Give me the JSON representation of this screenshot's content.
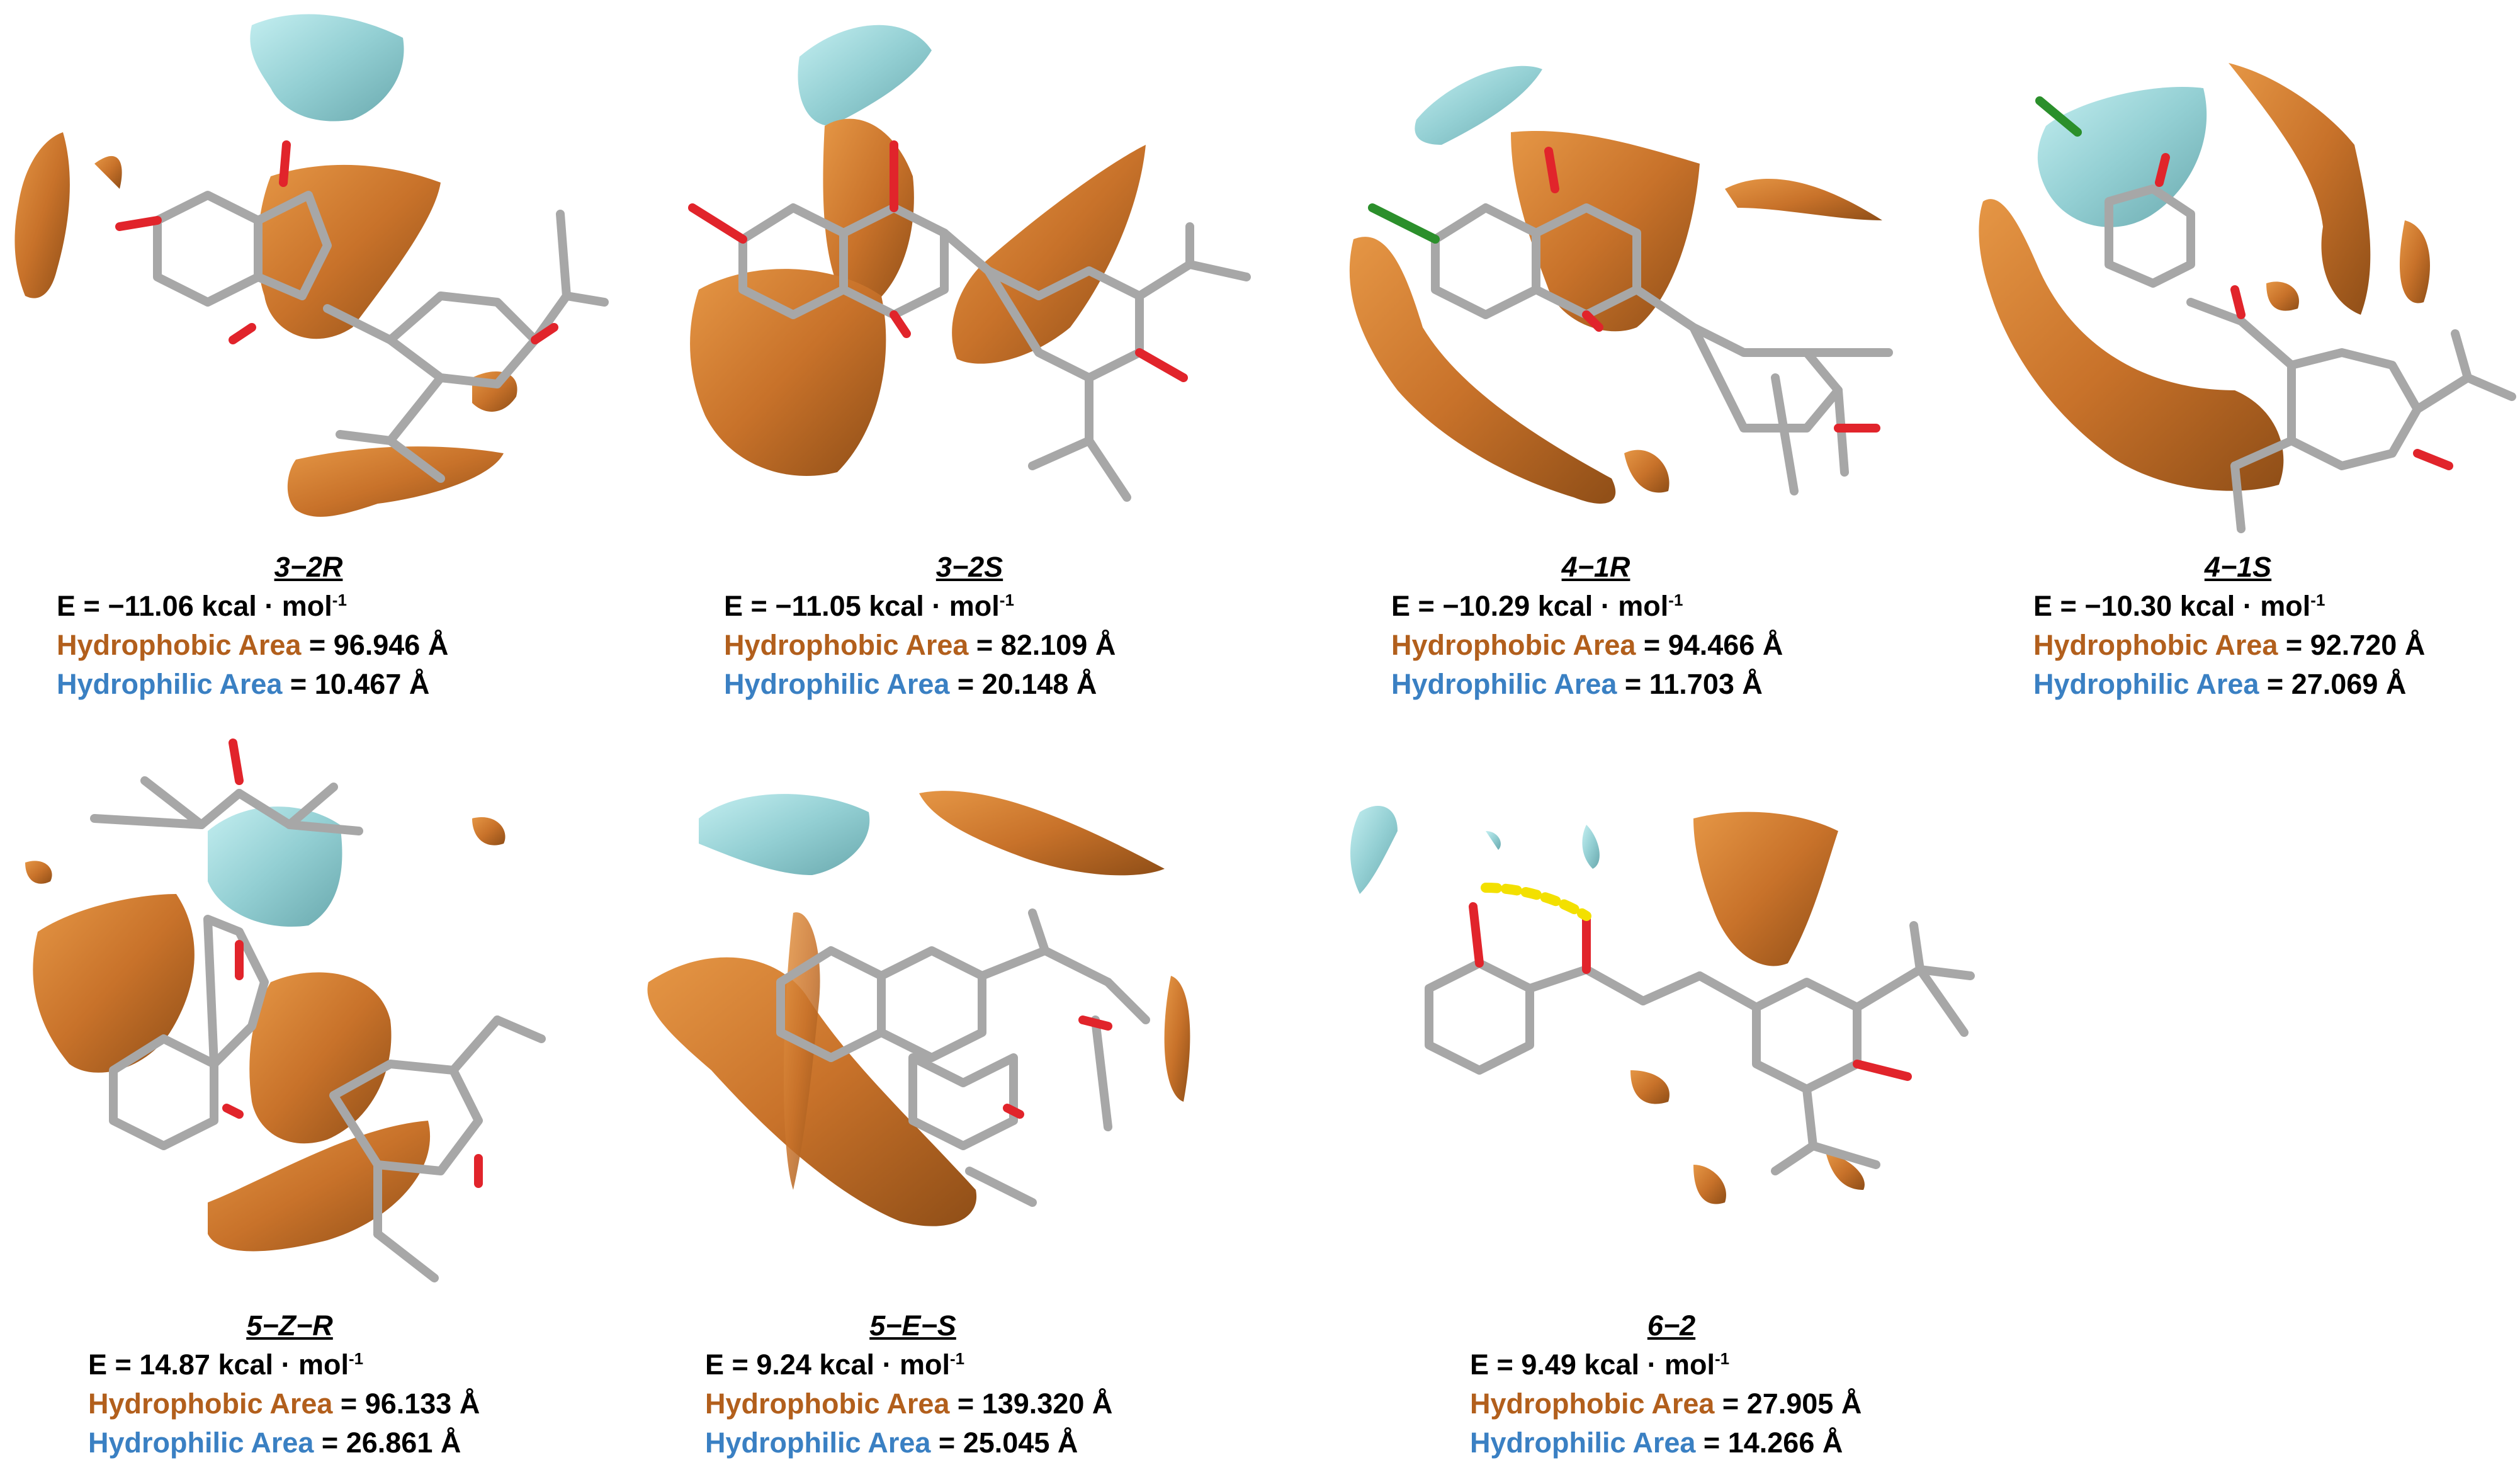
{
  "colors": {
    "hydrophobic_surface": "#cd7a2e",
    "hydrophilic_surface": "#98d3d6",
    "bond_carbon": "#a7a7a7",
    "bond_oxygen": "#e1242b",
    "bond_halogen": "#2b8f2b",
    "hbond": "#f3e000",
    "hydrophobic_label": "#b25f1c",
    "hydrophilic_label": "#3a80c3"
  },
  "labels": {
    "energy_prefix": "E = ",
    "energy_unit": " kcal · mol",
    "energy_exp": "-1",
    "hydrophobic": "Hydrophobic Area",
    "hydrophilic": "Hydrophilic Area",
    "equals": " = ",
    "area_unit": " Å"
  },
  "panels": [
    {
      "name": "3−2R",
      "energy": "−11.06",
      "hydrophobic_area": "96.946",
      "hydrophilic_area": "10.467"
    },
    {
      "name": "3−2S",
      "energy": "−11.05",
      "hydrophobic_area": "82.109",
      "hydrophilic_area": "20.148"
    },
    {
      "name": "4−1R",
      "energy": "−10.29",
      "hydrophobic_area": "94.466",
      "hydrophilic_area": "11.703"
    },
    {
      "name": "4−1S",
      "energy": "−10.30",
      "hydrophobic_area": "92.720",
      "hydrophilic_area": "27.069"
    },
    {
      "name": "5−Z−R",
      "energy": "14.87",
      "hydrophobic_area": "96.133",
      "hydrophilic_area": "26.861"
    },
    {
      "name": "5−E−S",
      "energy": "9.24",
      "hydrophobic_area": "139.320",
      "hydrophilic_area": "25.045"
    },
    {
      "name": "6−2",
      "energy": "9.49",
      "hydrophobic_area": "27.905",
      "hydrophilic_area": "14.266"
    }
  ]
}
